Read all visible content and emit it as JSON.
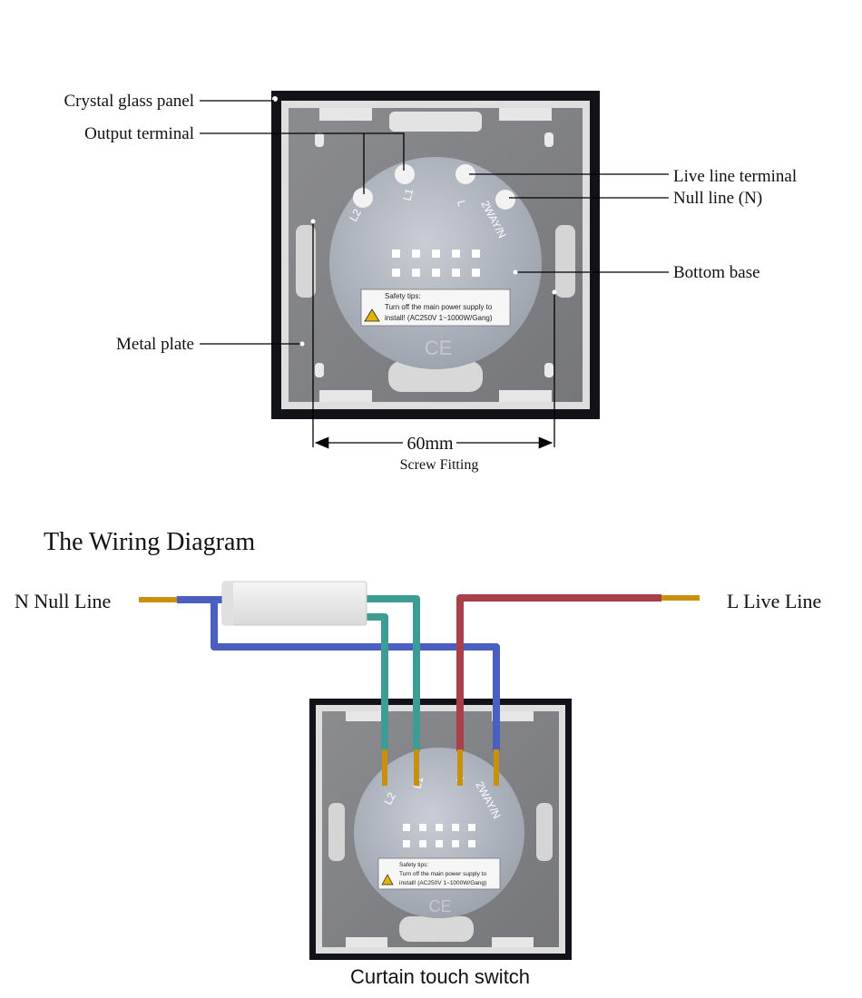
{
  "top_diagram": {
    "callouts": {
      "crystal_glass_panel": "Crystal glass panel",
      "output_terminal": "Output terminal",
      "live_line_terminal": "Live line terminal",
      "null_line": "Null line (N)",
      "bottom_base": "Bottom base",
      "metal_plate": "Metal plate"
    },
    "terminals": [
      "L2",
      "L1",
      "L",
      "2WAY/N"
    ],
    "safety_tips": {
      "title": "Safety tips:",
      "line1": "Turn off the main power supply to",
      "line2": "install! (AC250V  1~1000W/Gang)"
    },
    "ce_mark": "CE",
    "dimension": {
      "value": "60mm",
      "label": "Screw Fitting"
    }
  },
  "wiring": {
    "title": "The Wiring Diagram",
    "null_line_label": "N Null Line",
    "live_line_label": "L Live Line",
    "switch_caption": "Curtain touch switch",
    "wire_colors": {
      "neutral": "#4a5fbf",
      "live": "#a8404a",
      "output": "#3d9c94",
      "copper": "#c8900c"
    }
  }
}
